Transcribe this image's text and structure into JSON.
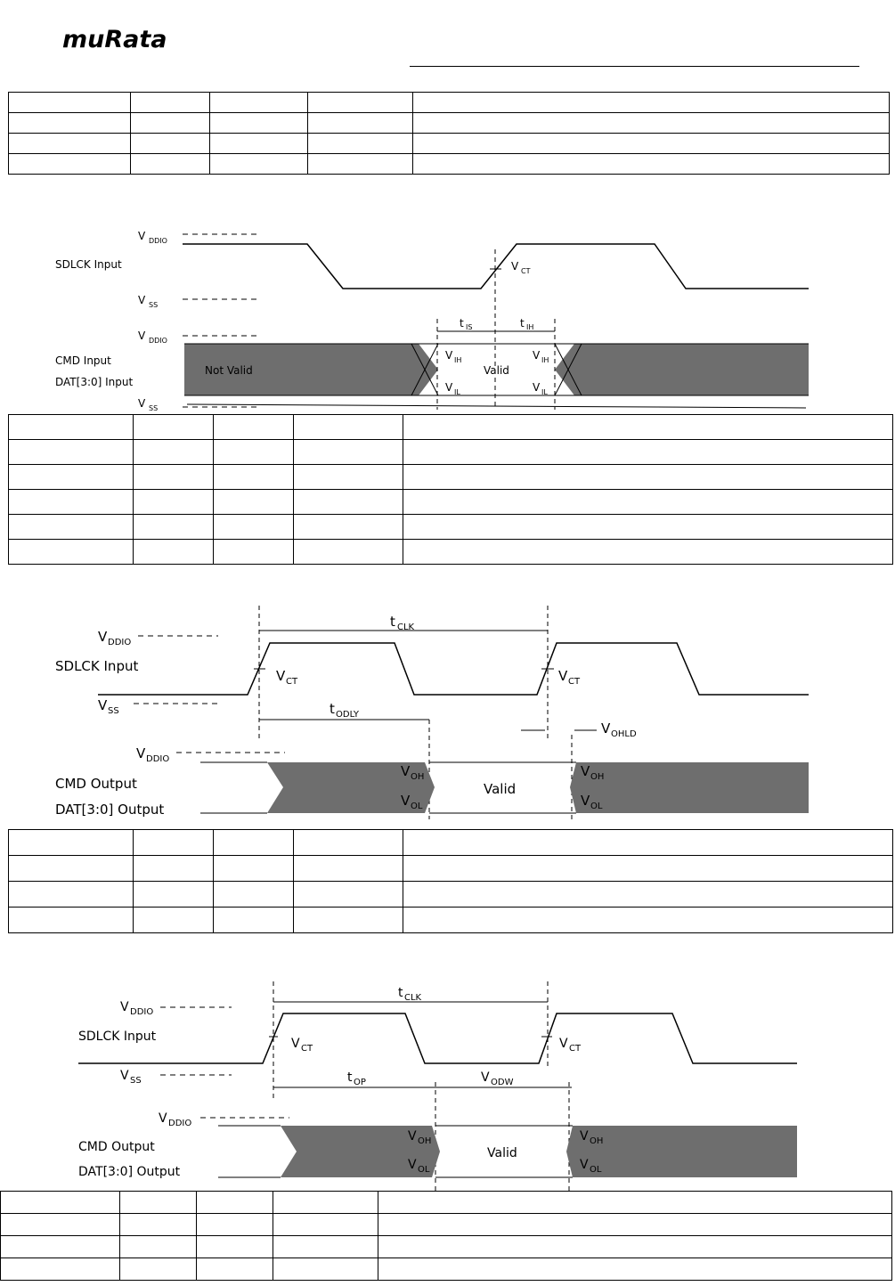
{
  "logo": {
    "text": "muRata",
    "color": "#cc0000"
  },
  "labels": {
    "vddio": "V",
    "vddio_sub": "DDIO",
    "vss": "V",
    "vss_sub": "SS",
    "sdclk": "SDLCK Input",
    "cmd_input": "CMD Input",
    "dat_input": "DAT[3:0] Input",
    "cmd_output": "CMD Output",
    "dat_output": "DAT[3:0] Output",
    "not_valid": "Not Valid",
    "valid": "Valid",
    "vct_sub": "CT",
    "vih_sub": "IH",
    "vil_sub": "IL",
    "voh_sub": "OH",
    "vol_sub": "OL",
    "tis_sub": "IS",
    "tih_sub": "IH",
    "tclk_sub": "CLK",
    "todly_sub": "ODLY",
    "vohld_sub": "OHLD",
    "top_sub": "OP",
    "vodw_sub": "ODW",
    "v": "V",
    "t": "t"
  },
  "colors": {
    "fill": "#6e6e6e"
  },
  "tables": {
    "t1": {
      "rows": 4,
      "cols": 5
    },
    "t2": {
      "rows": 6,
      "cols": 5
    },
    "t3": {
      "rows": 4,
      "cols": 5
    },
    "t4": {
      "rows": 4,
      "cols": 5
    }
  }
}
